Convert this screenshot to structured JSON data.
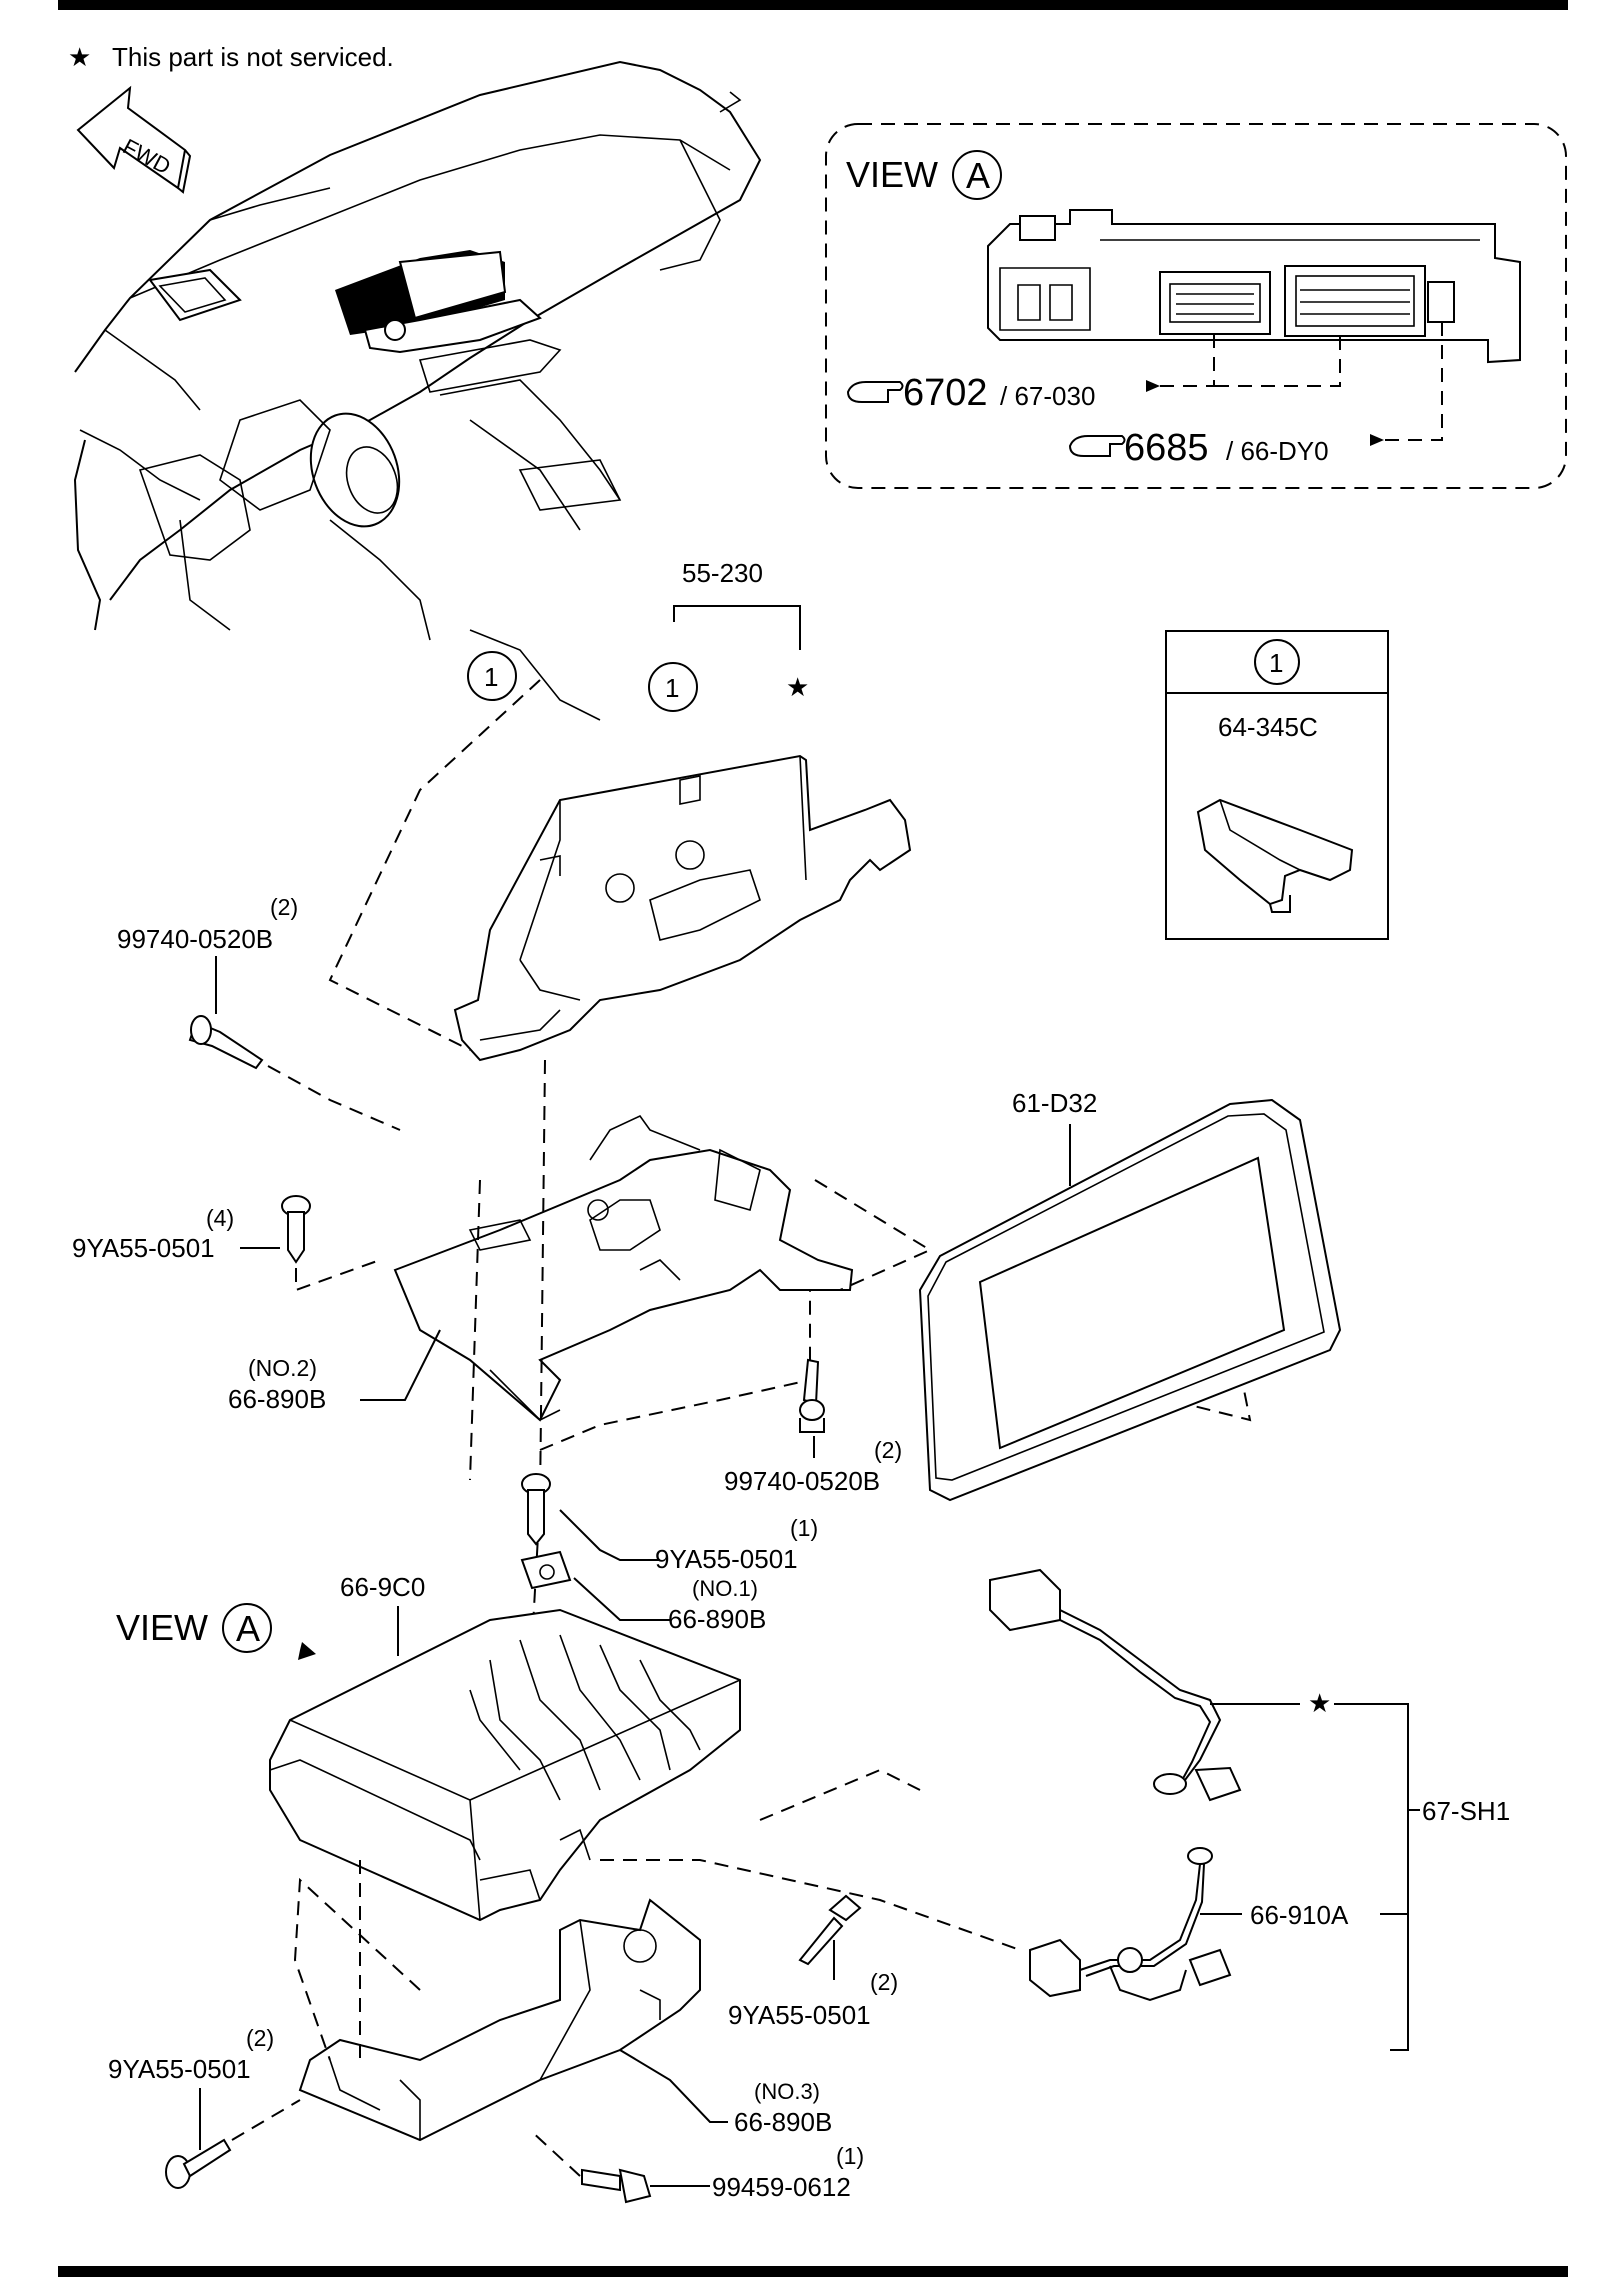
{
  "note": {
    "star": "★",
    "text": "This part is not serviced."
  },
  "fwd": "FWD",
  "view_a_inset": {
    "view_word": "VIEW",
    "view_letter": "A",
    "ref1_num": "6702",
    "ref1_code": "/ 67-030",
    "ref2_num": "6685",
    "ref2_code": "/ 66-DY0"
  },
  "clip_box": {
    "circle": "1",
    "part": "64-345C"
  },
  "labels": {
    "p55_230": "55-230",
    "callout_1_left": "1",
    "callout_1_right": "1",
    "star_55_230": "★",
    "p99740_top_qty": "(2)",
    "p99740_top": "99740-0520B",
    "p9ya55_left_qty": "(4)",
    "p9ya55_left": "9YA55-0501",
    "no2": "(NO.2)",
    "p66_890b_no2": "66-890B",
    "p61_d32": "61-D32",
    "p99740_mid_qty": "(2)",
    "p99740_mid": "99740-0520B",
    "p9ya55_mid_qty": "(1)",
    "p9ya55_mid": "9YA55-0501",
    "no1": "(NO.1)",
    "p66_890b_no1": "66-890B",
    "p66_9c0": "66-9C0",
    "view_word": "VIEW",
    "view_letter": "A",
    "star_67_sh1": "★",
    "p67_sh1": "67-SH1",
    "p66_910a": "66-910A",
    "p9ya55_right_qty": "(2)",
    "p9ya55_right": "9YA55-0501",
    "p9ya55_bl_qty": "(2)",
    "p9ya55_bl": "9YA55-0501",
    "no3": "(NO.3)",
    "p66_890b_no3": "66-890B",
    "p99459_qty": "(1)",
    "p99459": "99459-0612"
  }
}
